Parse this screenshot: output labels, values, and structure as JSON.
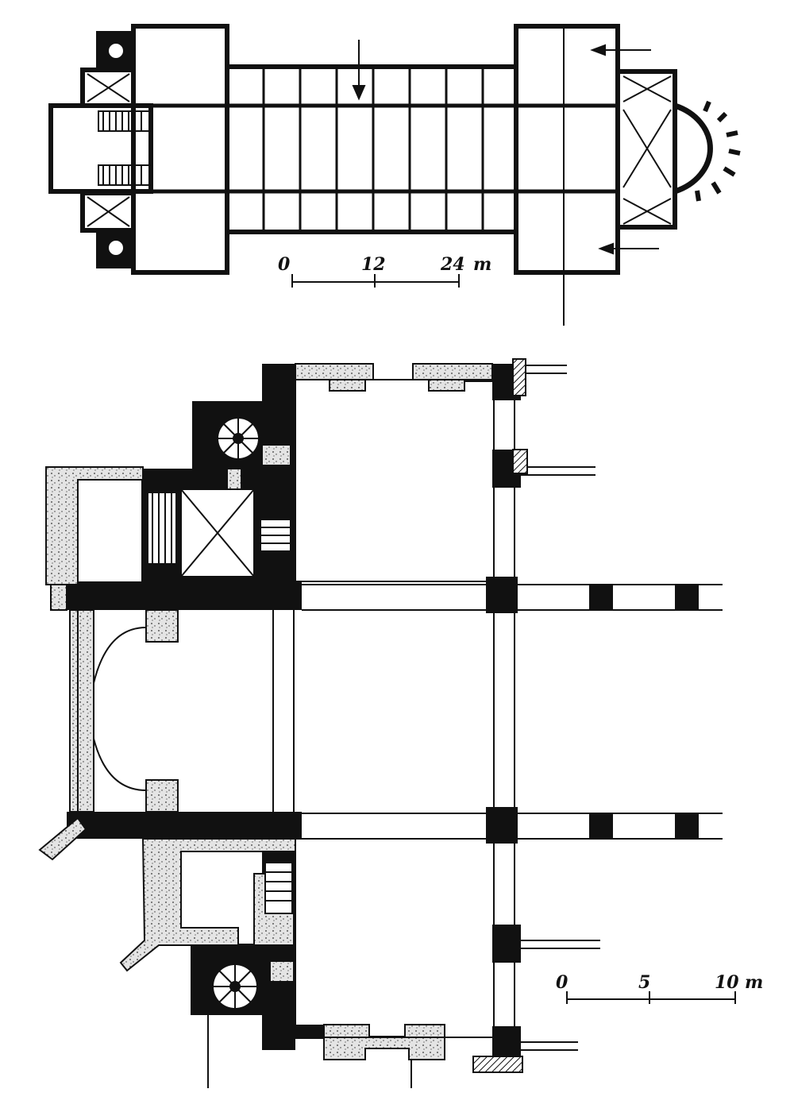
{
  "diagram": {
    "ink_color": "#111111",
    "paper_color": "#ffffff",
    "stone_fill_color": "#e6e6e6"
  },
  "top_plan": {
    "scale_bar": {
      "ticks": [
        "0",
        "12",
        "24"
      ],
      "unit": "m"
    }
  },
  "bottom_plan": {
    "scale_bar": {
      "ticks": [
        "0",
        "5",
        "10"
      ],
      "unit": "m"
    }
  }
}
